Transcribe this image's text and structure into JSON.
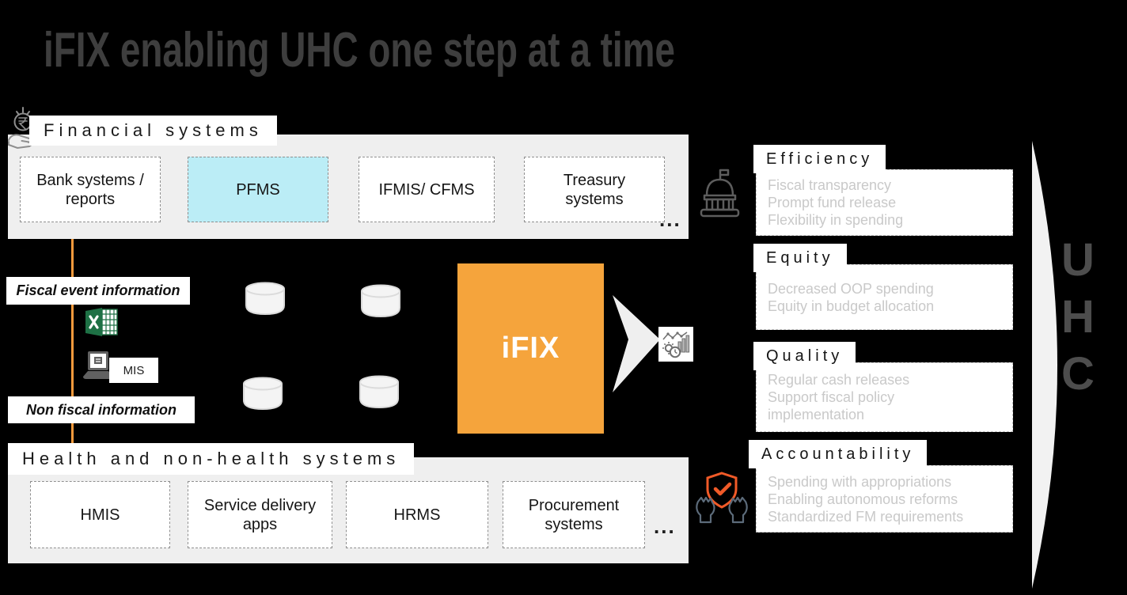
{
  "title": "iFIX enabling UHC one step at a time",
  "colors": {
    "accent_orange": "#F5A43C",
    "highlight_cyan": "#BBEDF6",
    "panel_gray": "#EFEFEF",
    "benefit_text_gray": "#C9C9C9",
    "shield_orange": "#F05A28",
    "excel_green": "#1E7145"
  },
  "financial": {
    "label": "Financial systems",
    "boxes": [
      "Bank systems / reports",
      "PFMS",
      "IFMIS/ CFMS",
      "Treasury systems"
    ],
    "more": "..."
  },
  "flows": {
    "fiscal": "Fiscal event information",
    "nonfiscal": "Non fiscal information",
    "mis": "MIS"
  },
  "core": {
    "label": "iFIX"
  },
  "benefits": [
    {
      "title": "Efficiency",
      "items": [
        "Fiscal transparency",
        "Prompt fund release",
        "Flexibility in spending"
      ]
    },
    {
      "title": "Equity",
      "items": [
        "Decreased OOP spending",
        "Equity in budget allocation"
      ]
    },
    {
      "title": "Quality",
      "items": [
        "Regular cash releases",
        "Support fiscal policy implementation"
      ]
    },
    {
      "title": "Accountability",
      "items": [
        "Spending with appropriations",
        "Enabling autonomous reforms",
        "Standardized FM requirements"
      ]
    }
  ],
  "health": {
    "label": "Health and non-health systems",
    "boxes": [
      "HMIS",
      "Service delivery apps",
      "HRMS",
      "Procurement systems"
    ],
    "more": "..."
  },
  "uhc": {
    "letters": [
      "U",
      "H",
      "C"
    ]
  }
}
